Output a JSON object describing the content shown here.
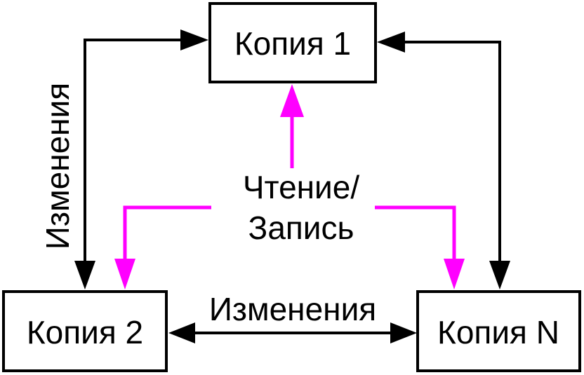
{
  "diagram": {
    "background_color": "#FFFFFF",
    "line_color": "#000000",
    "accent_color": "#FF00FF",
    "box_fill_color": "#FFFFFF",
    "nodes": [
      {
        "id": "copy-1",
        "label": "Копия 1"
      },
      {
        "id": "copy-2",
        "label": "Копия 2"
      },
      {
        "id": "copy-n",
        "label": "Копия N"
      }
    ],
    "labels": {
      "changes_vertical": "Изменения",
      "changes_horizontal": "Изменения",
      "read_write_line1": "Чтение/",
      "read_write_line2": "Запись"
    }
  }
}
